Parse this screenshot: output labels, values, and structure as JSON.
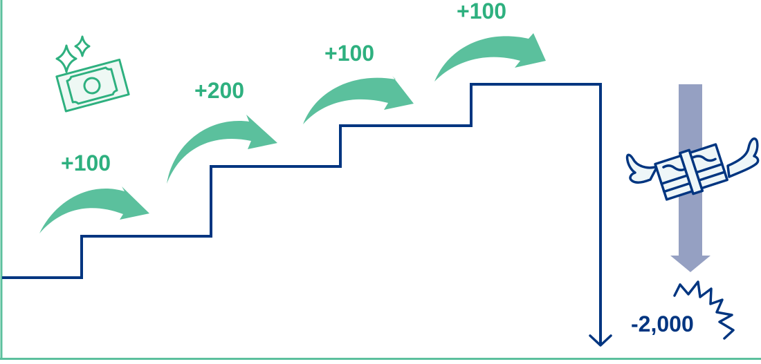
{
  "colors": {
    "gain": "#2eb07f",
    "gain_arrow": "#5bc09d",
    "stair_line": "#003580",
    "drop_arrow": "#95a0c2",
    "axis_border": "#5bc09d",
    "icon_fill_light": "#eef8f4",
    "loss_icon_fill": "#eef6f8"
  },
  "steps": [
    {
      "label": "+100",
      "value": 100
    },
    {
      "label": "+200",
      "value": 200
    },
    {
      "label": "+100",
      "value": 100
    },
    {
      "label": "+100",
      "value": 100
    }
  ],
  "drop": {
    "label": "-2,000",
    "value": -2000
  },
  "icons": {
    "gain_icon": "sparkling-money-bill-icon",
    "loss_icon": "money-with-wings-icon",
    "impact_icon": "crash-burst-icon"
  }
}
